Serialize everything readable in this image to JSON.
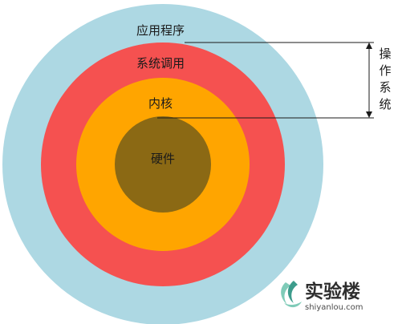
{
  "diagram": {
    "layers": [
      {
        "id": "apps",
        "label": "应用程序",
        "color": "#add8e3"
      },
      {
        "id": "syscalls",
        "label": "系统调用",
        "color": "#f55150"
      },
      {
        "id": "kernel",
        "label": "内核",
        "color": "#ffa500"
      },
      {
        "id": "hardware",
        "label": "硬件",
        "color": "#8b6914"
      }
    ],
    "bracket_label": [
      "操",
      "作",
      "系",
      "统"
    ],
    "line_color": "#1a1a1a"
  },
  "watermark": {
    "name": "实验楼",
    "url": "shiyanlou.com",
    "logo_colors": [
      "#7fcbb8",
      "#3d9c8c"
    ]
  }
}
